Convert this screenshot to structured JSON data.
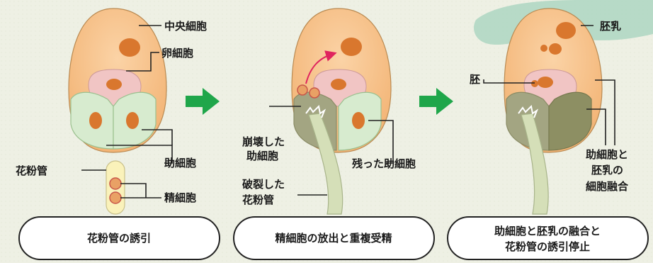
{
  "panel1": {
    "labels": {
      "central_cell": "中央細胞",
      "egg_cell": "卵細胞",
      "synergid": "助細胞",
      "pollen_tube": "花粉管",
      "sperm_cell": "精細胞"
    },
    "caption": "花粉管の誘引"
  },
  "panel2": {
    "labels": {
      "collapsed_synergid_1": "崩壊した",
      "collapsed_synergid_2": "助細胞",
      "remaining_synergid": "残った助細胞",
      "ruptured_tube_1": "破裂した",
      "ruptured_tube_2": "花粉管"
    },
    "caption": "精細胞の放出と重複受精"
  },
  "panel3": {
    "labels": {
      "endosperm": "胚乳",
      "embryo": "胚",
      "fusion_1": "助細胞と",
      "fusion_2": "胚乳の",
      "fusion_3": "細胞融合"
    },
    "caption_line1": "助細胞と胚乳の融合と",
    "caption_line2": "花粉管の誘引停止"
  },
  "colors": {
    "ovule_orange": "#f6c08a",
    "nucleus": "#d9772e",
    "egg_pink": "#f1c5c4",
    "synergid_green": "#d7ebcf",
    "fused_olive": "#a3a582",
    "pollen_tube": "#d5dfb8",
    "arrow_green": "#1fa64a",
    "red_arrow": "#e0245e"
  }
}
